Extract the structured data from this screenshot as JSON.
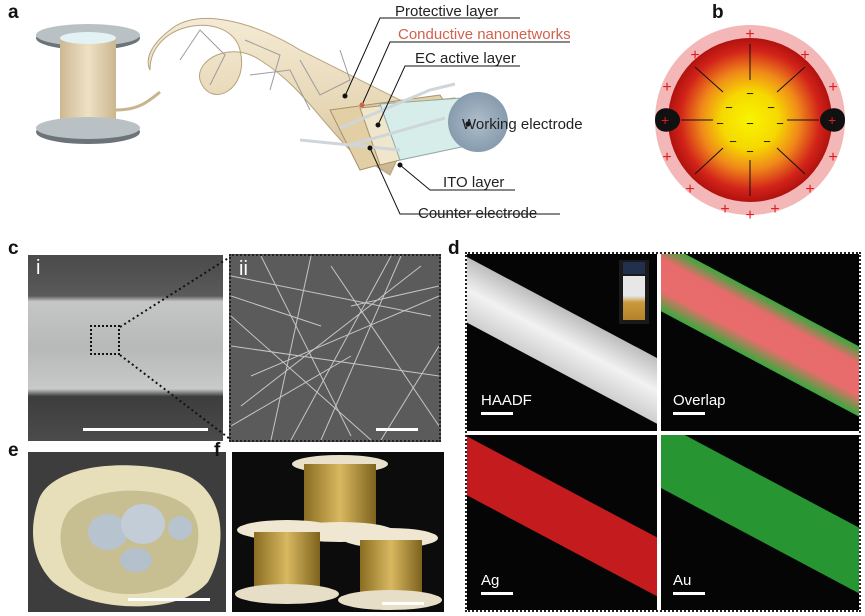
{
  "panels": {
    "a": "a",
    "b": "b",
    "c": "c",
    "d": "d",
    "e": "e",
    "f": "f"
  },
  "panel_a": {
    "callouts": {
      "protective": "Protective layer",
      "conductive": "Conductive nanonetworks",
      "ec": "EC active layer",
      "working": "Working electrode",
      "ito": "ITO layer",
      "counter": "Counter electrode"
    },
    "colors": {
      "conductive_text": "#d2614e",
      "fiber": "#e9dcc1",
      "electrode": "#8ea3b6"
    }
  },
  "panel_b": {
    "charges_inner": [
      "−",
      "−",
      "−",
      "−",
      "−",
      "−",
      "−",
      "−",
      "−",
      "−"
    ],
    "charges_outer": [
      "+",
      "+",
      "+",
      "+",
      "+",
      "+",
      "+",
      "+",
      "+",
      "+",
      "+",
      "+"
    ],
    "colors": {
      "core": "#f6f200",
      "mid": "#f08a1a",
      "outer": "#c81812",
      "ring": "#f3b7b7"
    }
  },
  "panel_c": {
    "sub_i": "i",
    "sub_ii": "ii"
  },
  "panel_d": {
    "tiles": [
      "HAADF",
      "Overlap",
      "Ag",
      "Au"
    ],
    "colors": {
      "ag": "#d81b20",
      "au": "#2fb33c"
    }
  }
}
